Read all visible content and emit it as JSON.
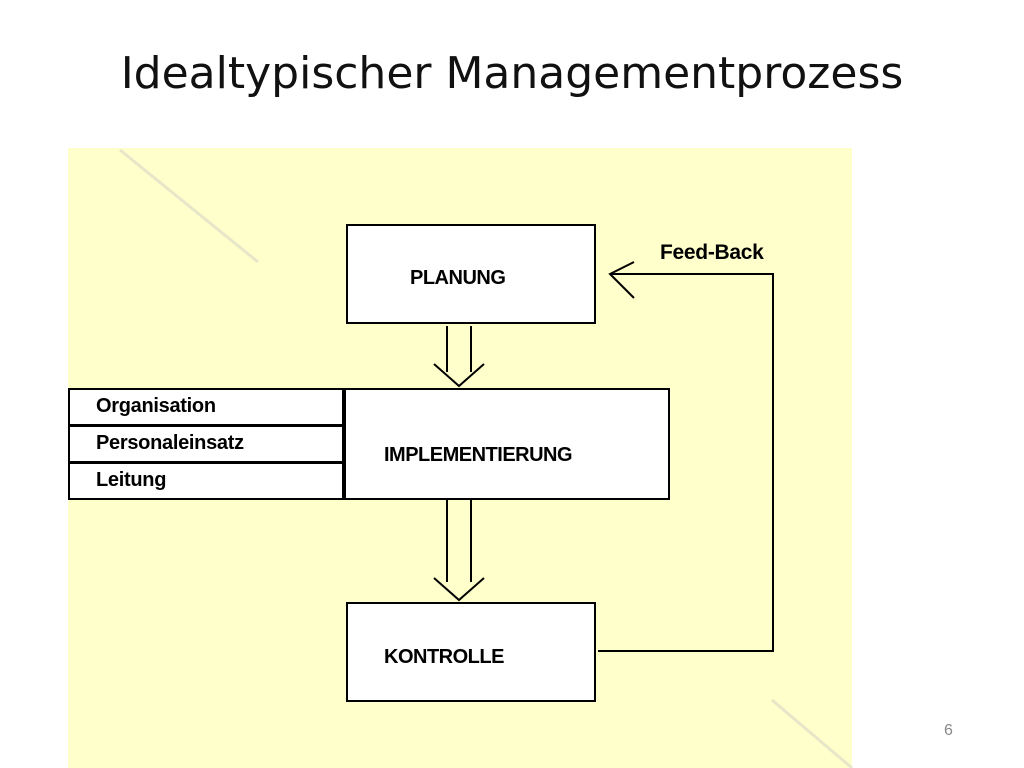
{
  "slide": {
    "title": "Idealtypischer Managementprozess",
    "page_number": "6"
  },
  "diagram": {
    "boxes": {
      "planung": "PLANUNG",
      "implementierung": "IMPLEMENTIERUNG",
      "kontrolle": "KONTROLLE"
    },
    "side_items": [
      "Organisation",
      "Personaleinsatz",
      "Leitung"
    ],
    "feedback_label": "Feed-Back"
  },
  "colors": {
    "panel_background": "#ffffcc",
    "box_fill": "#ffffff",
    "stroke": "#000000"
  }
}
